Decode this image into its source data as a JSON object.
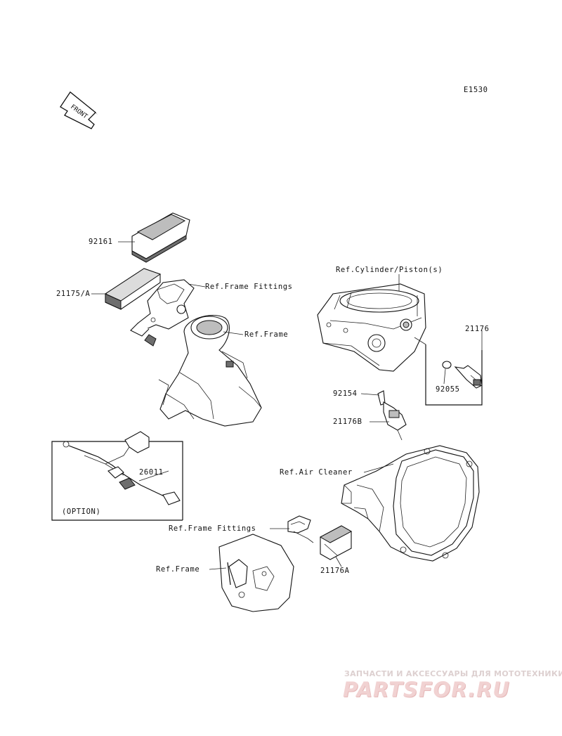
{
  "diagram": {
    "code": "E1530",
    "front_badge": "FRONT",
    "labels": {
      "p92161": "92161",
      "p21175a": "21175/A",
      "ref_frame_fittings_top": "Ref.Frame Fittings",
      "ref_frame_top": "Ref.Frame",
      "ref_cylinder": "Ref.Cylinder/Piston(s)",
      "p21176": "21176",
      "p92055": "92055",
      "p92154": "92154",
      "p21176b": "21176B",
      "ref_air_cleaner": "Ref.Air Cleaner",
      "p26011": "26011",
      "option": "(OPTION)",
      "ref_frame_fittings_bottom": "Ref.Frame Fittings",
      "ref_frame_bottom": "Ref.Frame",
      "p21176a": "21176A"
    }
  },
  "watermark": {
    "subtitle": "ЗАПЧАСТИ И АКСЕССУАРЫ ДЛЯ МОТОТЕХНИКИ",
    "brand": "PARTSFOR.RU"
  }
}
